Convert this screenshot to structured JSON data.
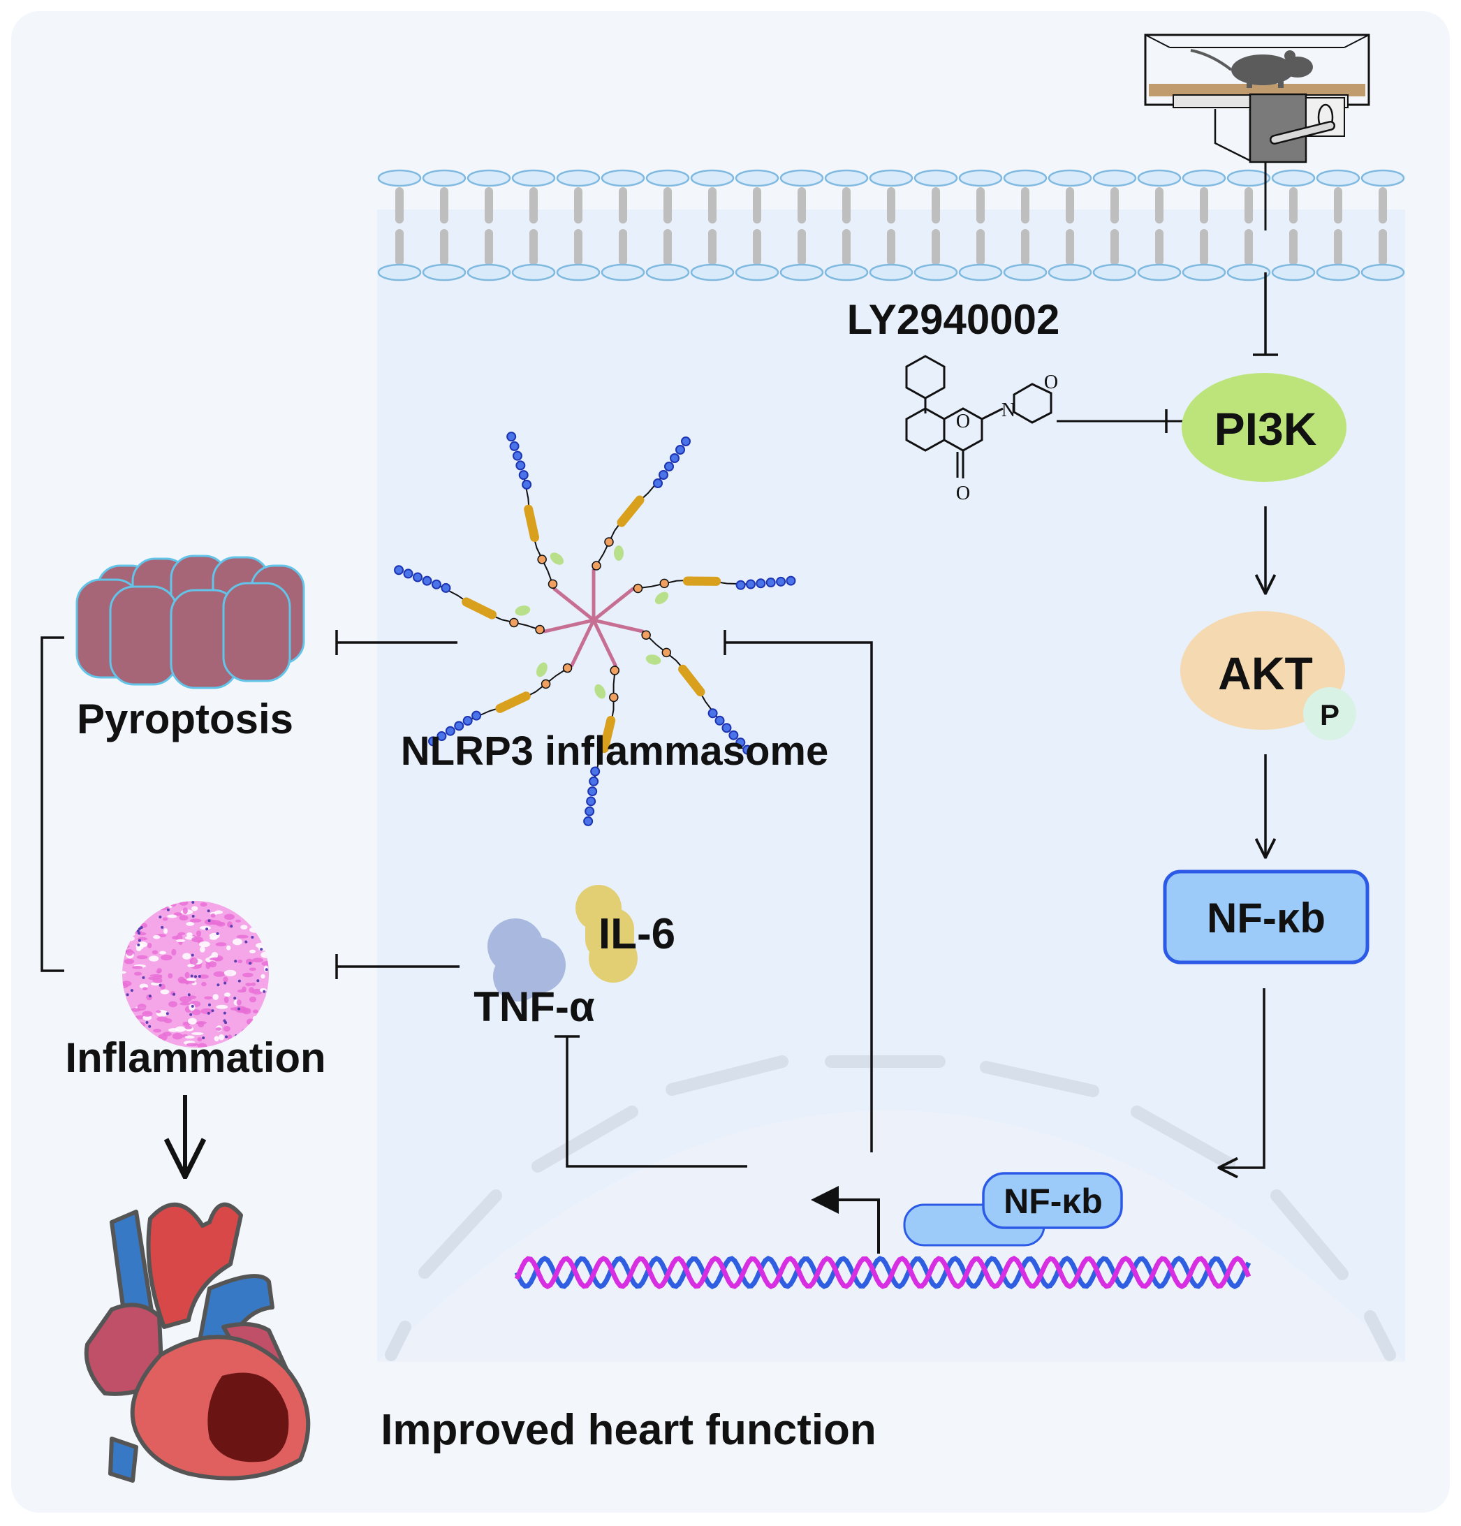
{
  "labels": {
    "ly_compound": "LY2940002",
    "pi3k": "PI3K",
    "akt": "AKT",
    "phospho": "P",
    "nfkb_cyto": "NF-κb",
    "nfkb_nuclear": "NF-κb",
    "pyroptosis": "Pyroptosis",
    "nlrp3": "NLRP3 inflammasome",
    "inflammation": "Inflammation",
    "il6": "IL-6",
    "tnf": "TNF-α",
    "outcome": "Improved heart function",
    "chem_o_ring": "O",
    "chem_o_keto": "O",
    "chem_n": "N",
    "chem_o_morph": "O"
  },
  "colors": {
    "pi3k": "#bde47a",
    "akt": "#f5d9b0",
    "phospho": "#d8f2e6",
    "nfkb_fill": "#9ccbfa",
    "nfkb_stroke": "#2c5ae6",
    "cell_interior": "#e8f0fb",
    "membrane_head": "#d9ebfa",
    "membrane_head_stroke": "#7fb9e0",
    "membrane_tail": "#bebebe",
    "pyroptosis": "#a76678",
    "pyroptosis_stroke": "#62c4e8",
    "il6": "#e3cf73",
    "tnf": "#a9b8de",
    "dna_magenta": "#d62ee0",
    "dna_blue": "#2f5fe0",
    "heart_red": "#d94848",
    "heart_blue": "#3779c5",
    "heart_mauve": "#c05068",
    "heart_body": "#e06060",
    "heart_chamber": "#6b1414"
  },
  "icons": {
    "mouse": "mouse-treadmill-icon",
    "compound": "chemical-structure-icon",
    "inflammasome": "nlrp3-complex-icon",
    "pyroptosis": "pyroptosis-pore-icon",
    "tissue": "inflamed-tissue-icon",
    "heart": "heart-icon",
    "dna": "dna-helix-icon"
  }
}
